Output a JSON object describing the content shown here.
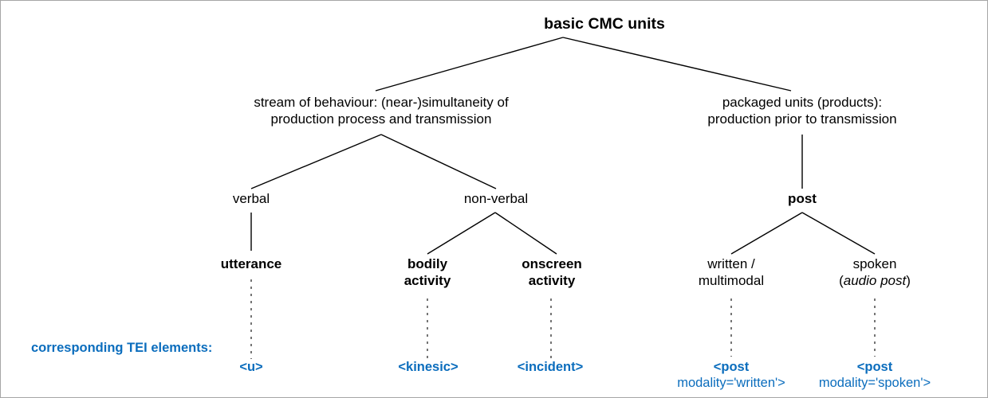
{
  "diagram": {
    "title": "basic CMC units",
    "border_color": "#a6a6a6",
    "text_color": "#000000",
    "tei_color": "#0b6dbd",
    "legend": {
      "line1": "corresponding TEI",
      "line2": "elements:"
    },
    "nodes": {
      "root": {
        "label": "basic CMC units"
      },
      "stream": {
        "line1": "stream of behaviour: (near-)simultaneity of",
        "line2": "production process and transmission"
      },
      "packaged": {
        "line1": "packaged units (products):",
        "line2": "production prior to transmission"
      },
      "verbal": {
        "label": "verbal"
      },
      "nonverbal": {
        "label": "non-verbal"
      },
      "post": {
        "label": "post"
      },
      "utterance": {
        "label": "utterance"
      },
      "bodily": {
        "line1": "bodily",
        "line2": "activity"
      },
      "onscreen": {
        "line1": "onscreen",
        "line2": "activity"
      },
      "written": {
        "line1": "written /",
        "line2": "multimodal"
      },
      "spoken": {
        "line1": "spoken",
        "line2_open": "(",
        "line2_italic": "audio post",
        "line2_close": ")"
      }
    },
    "tei_elements": {
      "utterance": {
        "tag": "<u>"
      },
      "bodily": {
        "tag": "<kinesic>"
      },
      "onscreen": {
        "tag": "<incident>"
      },
      "written": {
        "tag": "<post",
        "attr": "modality='written'>"
      },
      "spoken": {
        "tag": "<post",
        "attr": "modality='spoken'>"
      }
    }
  }
}
